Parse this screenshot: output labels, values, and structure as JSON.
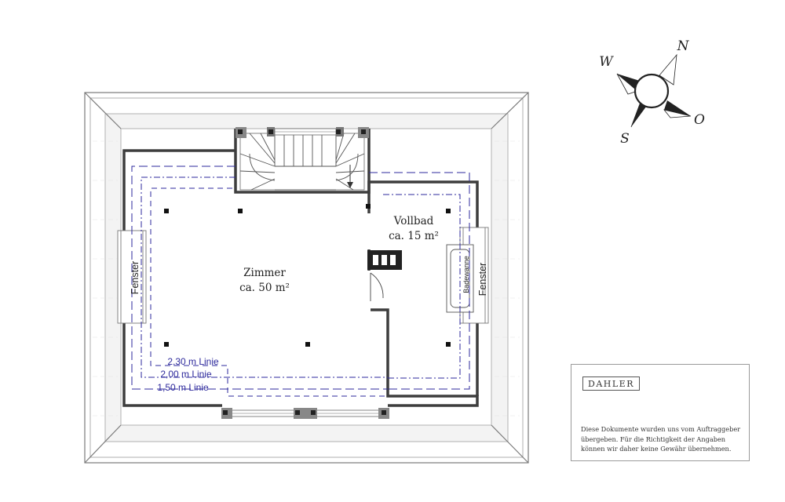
{
  "rooms": {
    "zimmer": {
      "name": "Zimmer",
      "area": "ca. 50 m²"
    },
    "vollbad": {
      "name": "Vollbad",
      "area": "ca. 15 m²"
    }
  },
  "labels": {
    "window_left": "Fenster",
    "window_right": "Fenster",
    "bathtub": "Badewanne"
  },
  "height_lines": [
    {
      "label": "2,30 m Linie",
      "style": "dashed"
    },
    {
      "label": "2,00 m Linie",
      "style": "dash-dot"
    },
    {
      "label": "1,50 m Linie",
      "style": "long-dash"
    }
  ],
  "compass": {
    "north": "N",
    "east": "O",
    "south": "S",
    "west": "W"
  },
  "info": {
    "logo": "DAHLER",
    "disclaimer_lines": [
      "Diese Dokumente wurden uns vom Auftraggeber",
      "übergeben. Für die Richtigkeit der Angaben",
      "können wir daher keine Gewähr übernehmen."
    ]
  },
  "colors": {
    "wall": "#3d3d3d",
    "height_line": "#2e2a9c",
    "roof": "#7a7a7a"
  }
}
